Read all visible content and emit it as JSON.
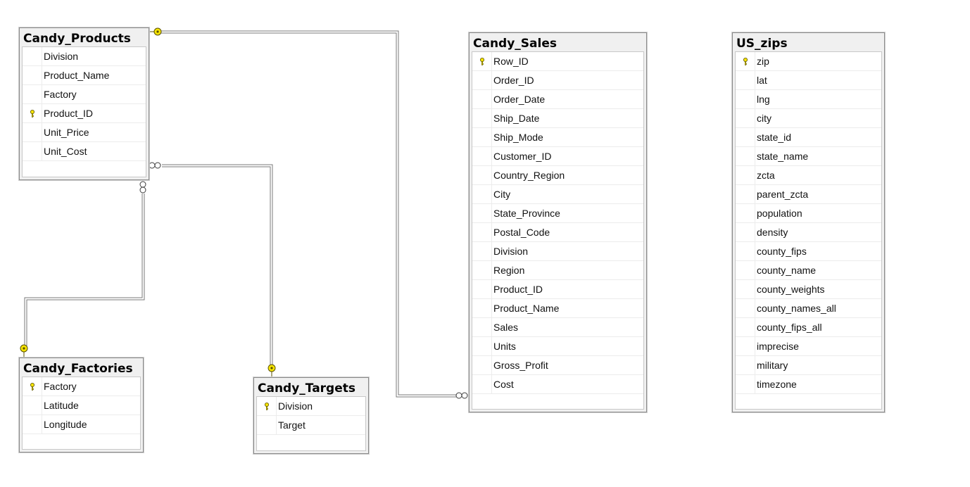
{
  "tables": {
    "products": {
      "name": "Candy_Products",
      "columns": [
        {
          "name": "Division",
          "pk": false
        },
        {
          "name": "Product_Name",
          "pk": false
        },
        {
          "name": "Factory",
          "pk": false
        },
        {
          "name": "Product_ID",
          "pk": true
        },
        {
          "name": "Unit_Price",
          "pk": false
        },
        {
          "name": "Unit_Cost",
          "pk": false
        }
      ]
    },
    "factories": {
      "name": "Candy_Factories",
      "columns": [
        {
          "name": "Factory",
          "pk": true
        },
        {
          "name": "Latitude",
          "pk": false
        },
        {
          "name": "Longitude",
          "pk": false
        }
      ]
    },
    "targets": {
      "name": "Candy_Targets",
      "columns": [
        {
          "name": "Division",
          "pk": true
        },
        {
          "name": "Target",
          "pk": false
        }
      ]
    },
    "sales": {
      "name": "Candy_Sales",
      "columns": [
        {
          "name": "Row_ID",
          "pk": true
        },
        {
          "name": "Order_ID",
          "pk": false
        },
        {
          "name": "Order_Date",
          "pk": false
        },
        {
          "name": "Ship_Date",
          "pk": false
        },
        {
          "name": "Ship_Mode",
          "pk": false
        },
        {
          "name": "Customer_ID",
          "pk": false
        },
        {
          "name": "Country_Region",
          "pk": false
        },
        {
          "name": "City",
          "pk": false
        },
        {
          "name": "State_Province",
          "pk": false
        },
        {
          "name": "Postal_Code",
          "pk": false
        },
        {
          "name": "Division",
          "pk": false
        },
        {
          "name": "Region",
          "pk": false
        },
        {
          "name": "Product_ID",
          "pk": false
        },
        {
          "name": "Product_Name",
          "pk": false
        },
        {
          "name": "Sales",
          "pk": false
        },
        {
          "name": "Units",
          "pk": false
        },
        {
          "name": "Gross_Profit",
          "pk": false
        },
        {
          "name": "Cost",
          "pk": false
        }
      ]
    },
    "zips": {
      "name": "US_zips",
      "columns": [
        {
          "name": "zip",
          "pk": true
        },
        {
          "name": "lat",
          "pk": false
        },
        {
          "name": "lng",
          "pk": false
        },
        {
          "name": "city",
          "pk": false
        },
        {
          "name": "state_id",
          "pk": false
        },
        {
          "name": "state_name",
          "pk": false
        },
        {
          "name": "zcta",
          "pk": false
        },
        {
          "name": "parent_zcta",
          "pk": false
        },
        {
          "name": "population",
          "pk": false
        },
        {
          "name": "density",
          "pk": false
        },
        {
          "name": "county_fips",
          "pk": false
        },
        {
          "name": "county_name",
          "pk": false
        },
        {
          "name": "county_weights",
          "pk": false
        },
        {
          "name": "county_names_all",
          "pk": false
        },
        {
          "name": "county_fips_all",
          "pk": false
        },
        {
          "name": "imprecise",
          "pk": false
        },
        {
          "name": "military",
          "pk": false
        },
        {
          "name": "timezone",
          "pk": false
        }
      ]
    }
  },
  "colors": {
    "line": "#7a7a7a",
    "key_fill": "#f5e400",
    "key_stroke": "#5a5000"
  }
}
